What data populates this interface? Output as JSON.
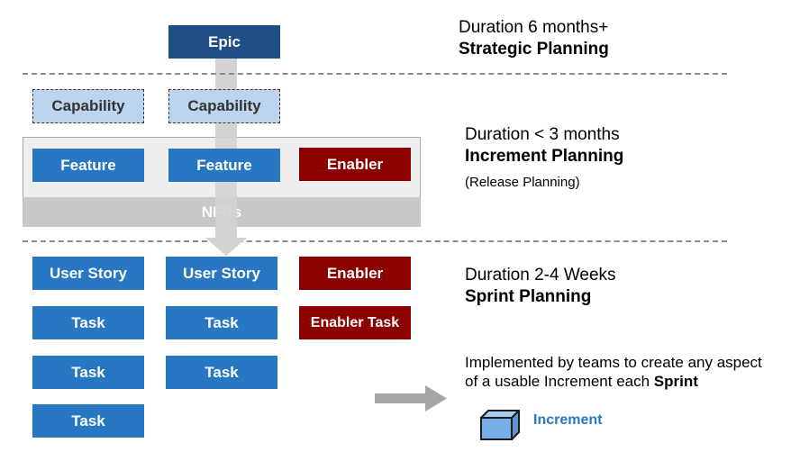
{
  "epic": {
    "label": "Epic"
  },
  "capabilities": [
    "Capability",
    "Capability"
  ],
  "features": [
    "Feature",
    "Feature"
  ],
  "feature_enabler": "Enabler",
  "nfrs": "NFRs",
  "stories": [
    "User Story",
    "User Story"
  ],
  "story_enabler": "Enabler",
  "tasks_col1": [
    "Task",
    "Task",
    "Task"
  ],
  "tasks_col2": [
    "Task",
    "Task"
  ],
  "enabler_task": "Enabler Task",
  "levels": {
    "strategic": {
      "duration": "Duration 6 months+",
      "planning": "Strategic Planning"
    },
    "increment": {
      "duration": "Duration < 3 months",
      "planning": "Increment Planning",
      "note": "(Release Planning)"
    },
    "sprint": {
      "duration": "Duration 2-4 Weeks",
      "planning": "Sprint Planning"
    }
  },
  "implementation": {
    "line1": "Implemented by teams to create any aspect",
    "line2_prefix": "of a usable Increment each ",
    "line2_bold": "Sprint"
  },
  "increment_label": "Increment",
  "colors": {
    "blue": "#2777c2",
    "navy": "#1f4e86",
    "red": "#8b0000",
    "capability": "#bcd4ee",
    "increment_text": "#2777c2"
  }
}
